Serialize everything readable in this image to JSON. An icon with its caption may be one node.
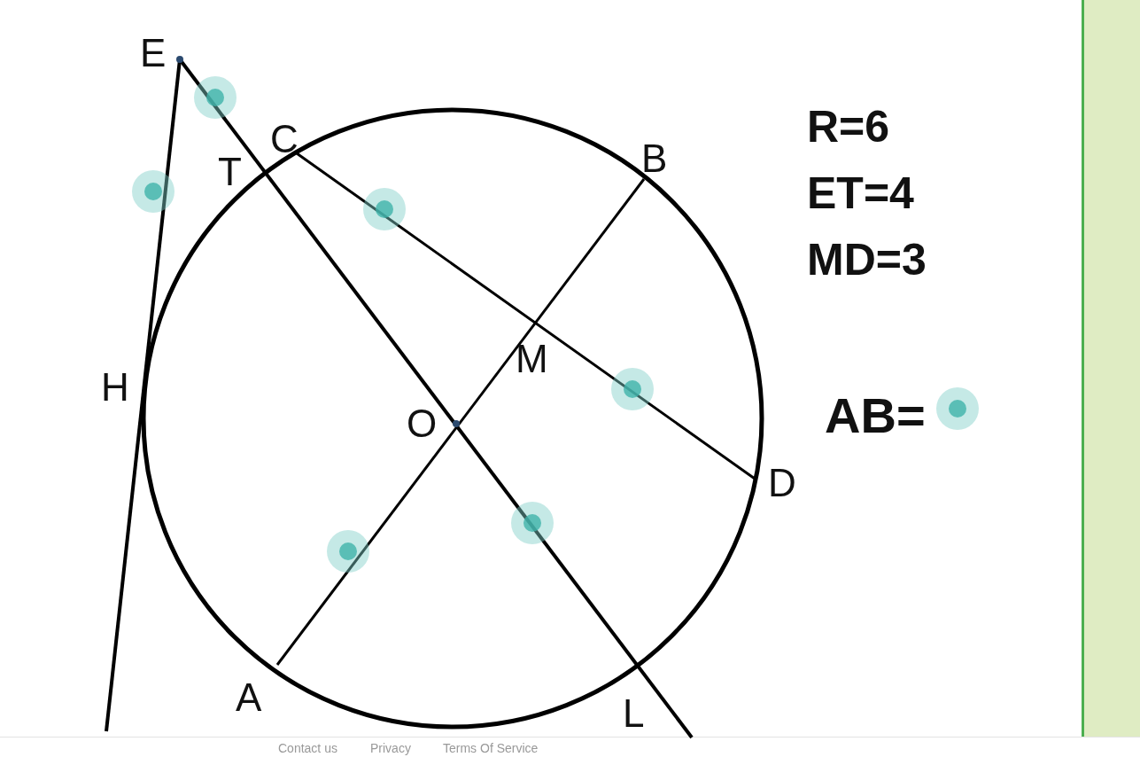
{
  "diagram": {
    "labels": [
      "E",
      "C",
      "T",
      "B",
      "H",
      "M",
      "O",
      "D",
      "A",
      "L",
      "R=6",
      "ET=4",
      "MD=3",
      "AB=",
      "Contact us",
      "Privacy",
      "Terms Of Service"
    ]
  }
}
